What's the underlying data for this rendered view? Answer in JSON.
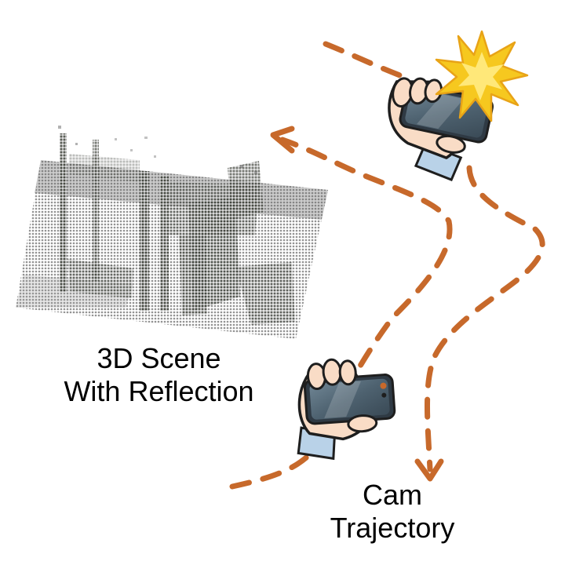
{
  "labels": {
    "scene_line1": "3D Scene",
    "scene_line2": "With Reflection",
    "traj_line1": "Cam",
    "traj_line2": "Trajectory"
  },
  "colors": {
    "trajectory": "#c7692b",
    "flash": "#f6c81f",
    "flash_outline": "#e8a317",
    "skin": "#f9dcc6",
    "cuff": "#b9d2e8",
    "phone_screen": "#4e6270",
    "phone_body": "#2f3a44",
    "cloud_floor": "#8e8e8e",
    "cloud_dark": "#3c403a"
  },
  "icons": [
    "hand-holding-phone-icon",
    "camera-flash-icon"
  ]
}
